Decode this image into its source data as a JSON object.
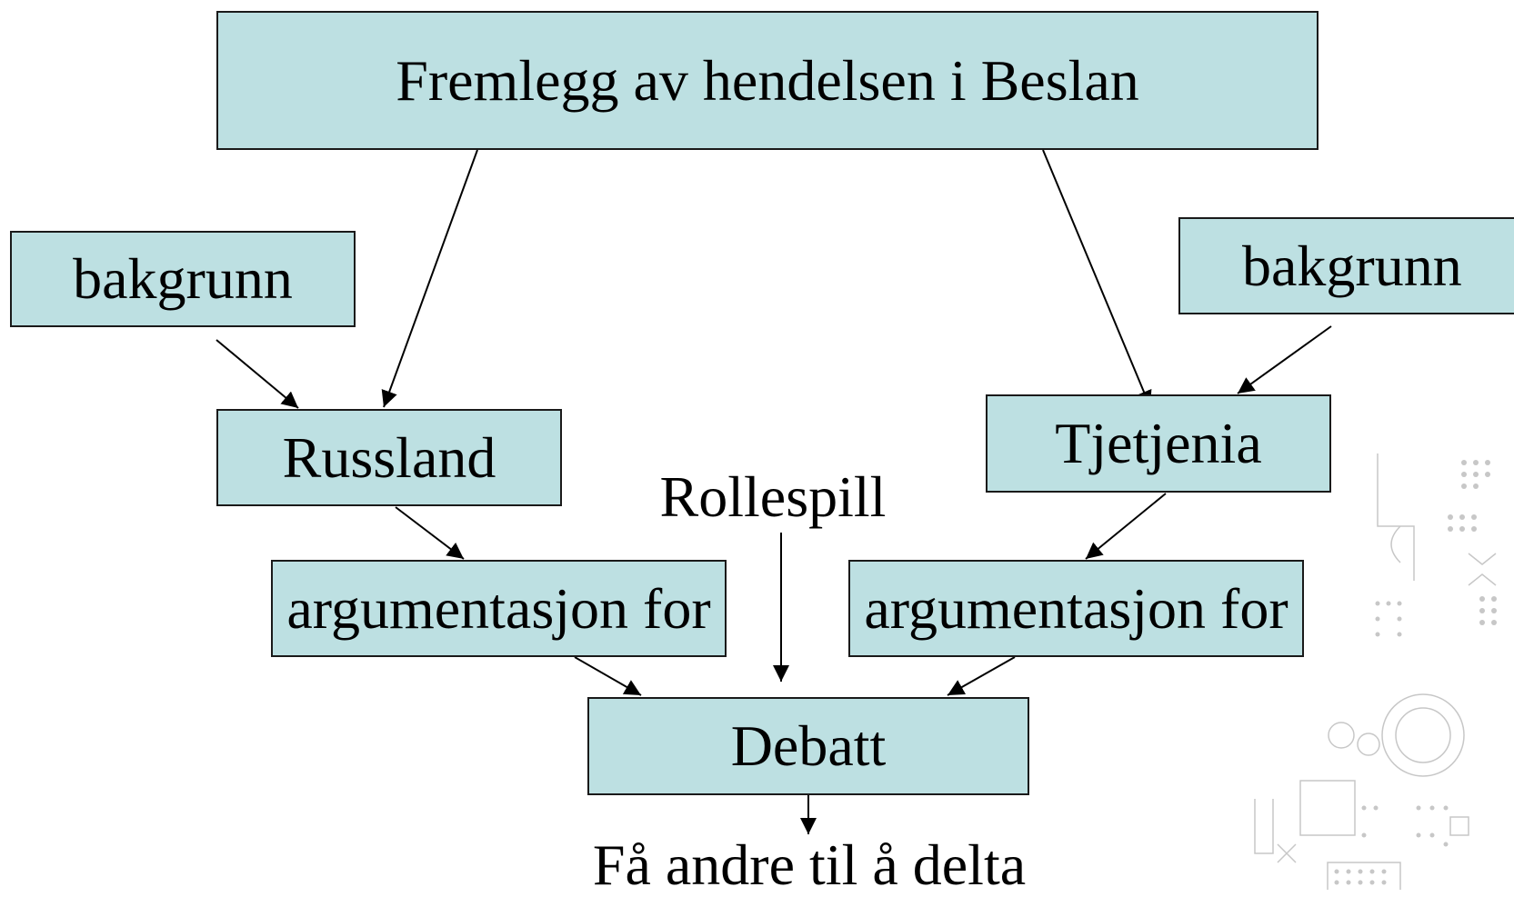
{
  "diagram": {
    "title_box": "Fremlegg av hendelsen i Beslan",
    "left": {
      "background": "bakgrunn",
      "party": "Russland",
      "argument": "argumentasjon for"
    },
    "right": {
      "background": "bakgrunn",
      "party": "Tjetjenia",
      "argument": "argumentasjon for"
    },
    "roleplay": "Rollespill",
    "debate": "Debatt",
    "outcome": "Få andre til å delta"
  },
  "colors": {
    "box_fill": "#bde0e2",
    "border": "#1a1a1a",
    "decoration": "#9a9a9a"
  }
}
